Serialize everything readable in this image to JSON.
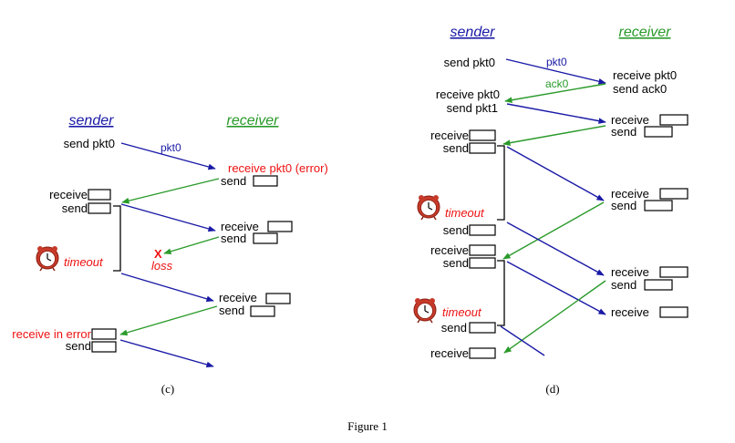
{
  "colors": {
    "blue": "#1a1aa6",
    "green": "#2a9a2a",
    "red": "#ee1111"
  },
  "panel_c": {
    "caption": "(c)",
    "sender_title": "sender",
    "receiver_title": "receiver",
    "sender_labels": {
      "send_pkt0": "send pkt0",
      "receive_1": "receive",
      "send_1": "send",
      "timeout": "timeout",
      "receive_in_error": "receive in error",
      "send_2": "send"
    },
    "receiver_labels": {
      "receive_pkt0_error": "receive pkt0 (error)",
      "send_1": "send",
      "receive_2": "receive",
      "send_2": "send",
      "receive_3": "receive",
      "send_3": "send"
    },
    "msg_pkt0": "pkt0",
    "loss_x": "X",
    "loss": "loss"
  },
  "panel_d": {
    "caption": "(d)",
    "sender_title": "sender",
    "receiver_title": "receiver",
    "sender_labels": {
      "send_pkt0": "send pkt0",
      "receive_pkt0": "receive pkt0",
      "send_pkt1": "send pkt1",
      "receive_1": "receive",
      "send_1": "send",
      "timeout_1": "timeout",
      "send_2": "send",
      "receive_2": "receive",
      "send_3": "send",
      "timeout_2": "timeout",
      "send_4": "send",
      "receive_3": "receive"
    },
    "receiver_labels": {
      "receive_pkt0": "receive pkt0",
      "send_ack0": "send ack0",
      "receive_1": "receive",
      "send_1": "send",
      "receive_2": "receive",
      "send_2": "send",
      "receive_3": "receive",
      "send_3": "send",
      "receive_4": "receive"
    },
    "msg_pkt0": "pkt0",
    "msg_ack0": "ack0"
  },
  "figure_caption": "Figure 1"
}
